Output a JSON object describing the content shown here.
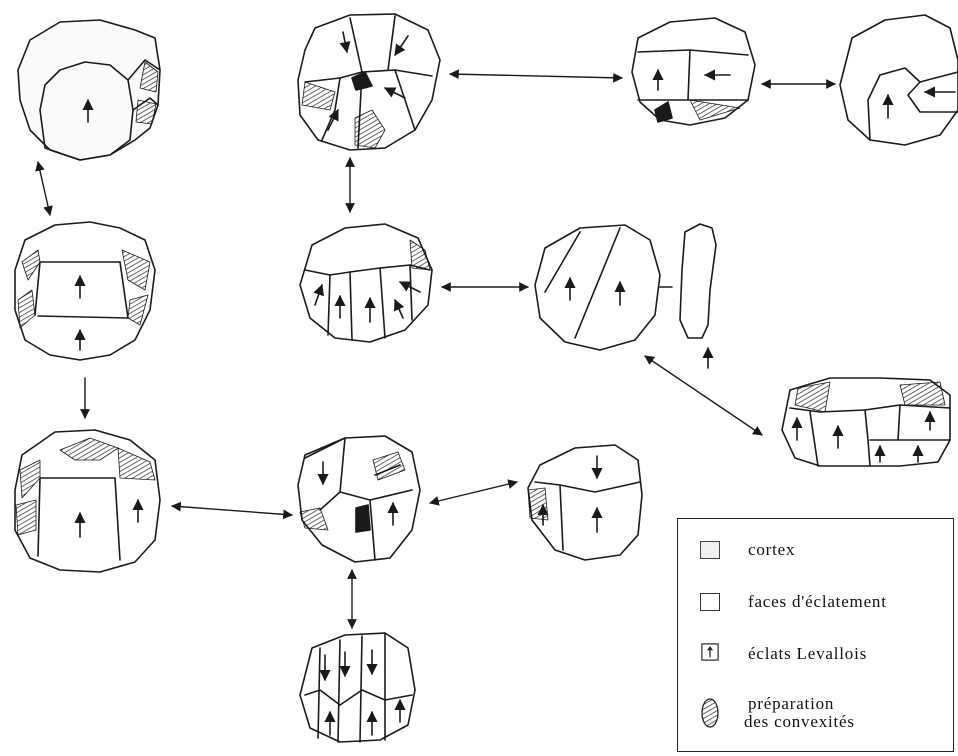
{
  "legend": {
    "items": [
      {
        "label": "cortex",
        "symbol": "cortex-swatch"
      },
      {
        "label": "faces d'éclatement",
        "symbol": "flake-scar-swatch"
      },
      {
        "label": "éclats Levallois",
        "symbol": "levallois-arrow-swatch"
      },
      {
        "label_line1": "préparation",
        "label_line2": "des convexités",
        "symbol": "hatched-oval-swatch"
      }
    ]
  },
  "colors": {
    "ink": "#1a1a1a",
    "paper": "#ffffff",
    "cortex_fill": "#f0f0f0"
  }
}
